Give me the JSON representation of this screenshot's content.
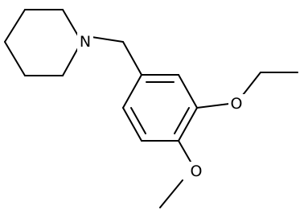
{
  "molecule": {
    "atom_labels": {
      "nitrogen": "N",
      "ether_oxygen_ethoxy": "O",
      "ether_oxygen_methoxy": "O"
    },
    "line_color": "#000000",
    "background_color": "#ffffff"
  }
}
